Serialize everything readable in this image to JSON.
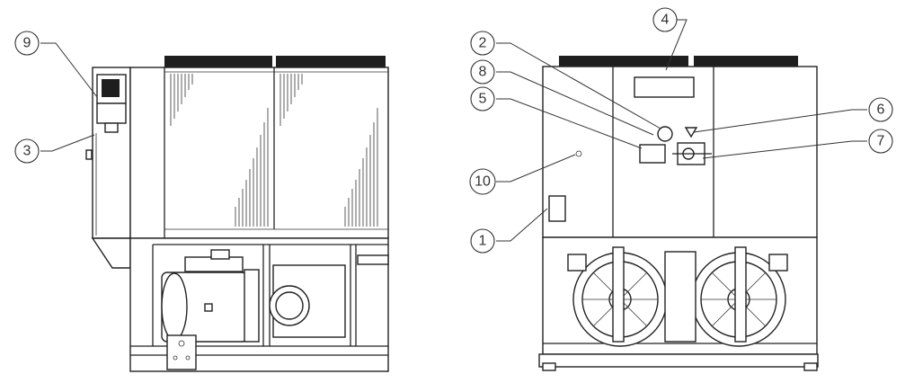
{
  "callouts": {
    "c1": "1",
    "c2": "2",
    "c3": "3",
    "c4": "4",
    "c5": "5",
    "c6": "6",
    "c7": "7",
    "c8": "8",
    "c9": "9",
    "c10": "10"
  },
  "views": [
    "side-view",
    "end-view"
  ]
}
